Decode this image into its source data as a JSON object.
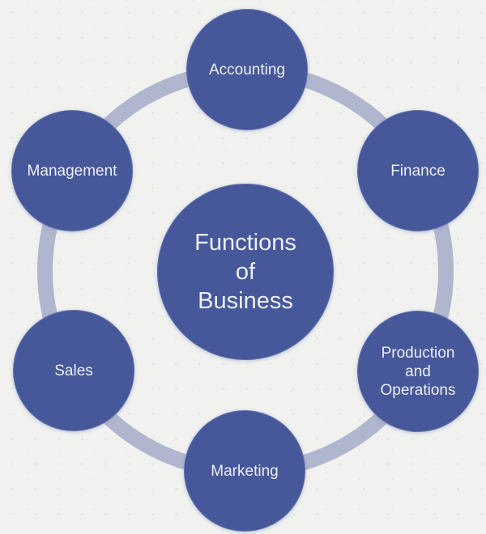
{
  "diagram": {
    "title": "Functions of Business",
    "hub": {
      "label": "Functions of Business",
      "lines": [
        "Functions",
        "of",
        "Business"
      ]
    },
    "nodes": [
      {
        "id": "accounting",
        "label": "Accounting",
        "lines": [
          "Accounting"
        ]
      },
      {
        "id": "finance",
        "label": "Finance",
        "lines": [
          "Finance"
        ]
      },
      {
        "id": "production-operations",
        "label": "Production and Operations",
        "lines": [
          "Production",
          "and",
          "Operations"
        ]
      },
      {
        "id": "marketing",
        "label": "Marketing",
        "lines": [
          "Marketing"
        ]
      },
      {
        "id": "sales",
        "label": "Sales",
        "lines": [
          "Sales"
        ]
      },
      {
        "id": "management",
        "label": "Management",
        "lines": [
          "Management"
        ]
      }
    ],
    "colors": {
      "node_fill": "#46589a",
      "ring": "#b0b6cd",
      "background": "#f1f1ef",
      "text": "#eceef6"
    }
  }
}
